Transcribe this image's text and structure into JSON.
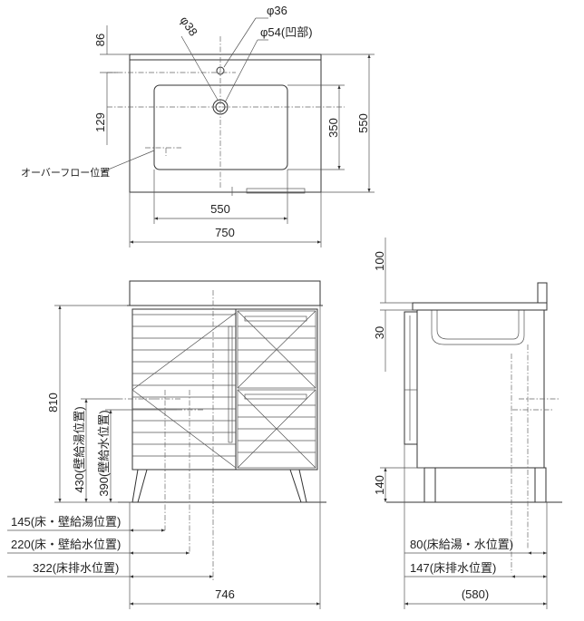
{
  "top_view": {
    "dim_86": "86",
    "dim_129": "129",
    "dim_350": "350",
    "dim_550_v": "550",
    "dim_550_h": "550",
    "dim_750": "750",
    "phi38": "φ38",
    "phi36": "φ36",
    "phi54": "φ54(凹部)",
    "overflow": "オーバーフロー位置"
  },
  "front_view": {
    "dim_810": "810",
    "dim_430": "430(壁給湯位置)",
    "dim_390": "390(壁給水位置)",
    "dim_145": "145(床・壁給湯位置)",
    "dim_220": "220(床・壁給水位置)",
    "dim_322": "322(床排水位置)",
    "dim_746": "746"
  },
  "side_view": {
    "dim_100": "100",
    "dim_30": "30",
    "dim_140": "140",
    "dim_80": "80(床給湯・水位置)",
    "dim_147": "147(床排水位置)",
    "dim_580": "(580)"
  }
}
